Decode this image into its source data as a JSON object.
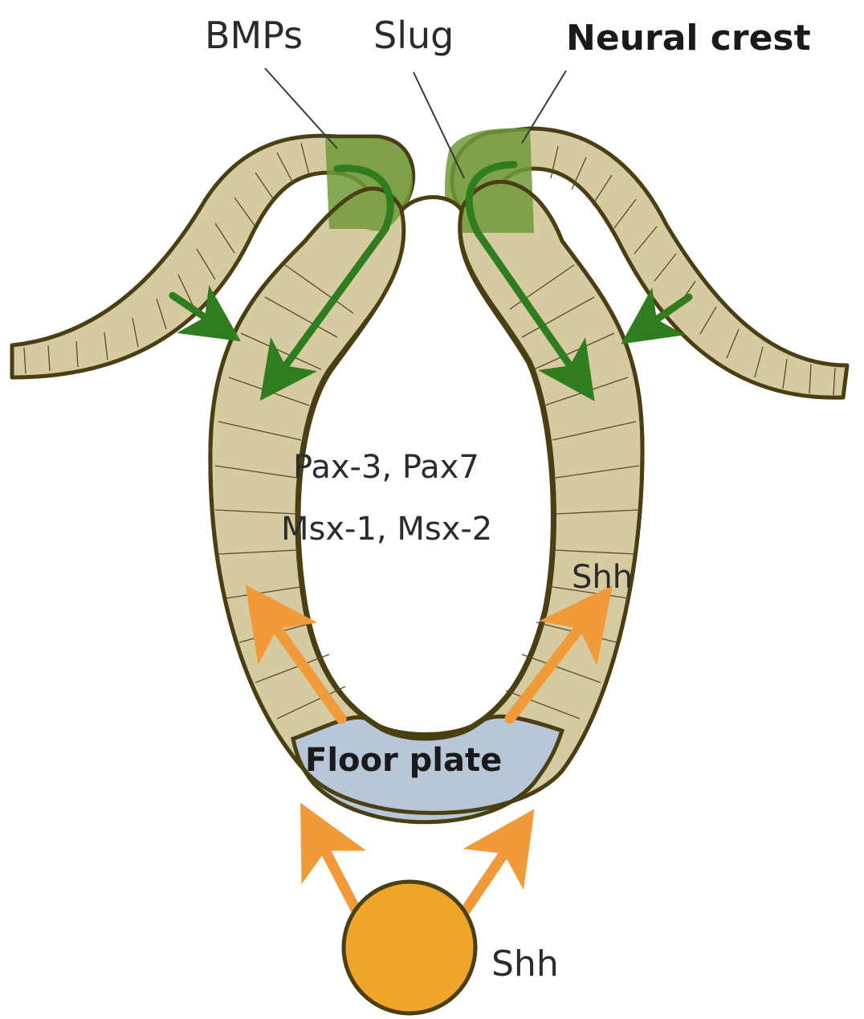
{
  "labels": {
    "bmps": "BMPs",
    "slug": "Slug",
    "neural_crest": "Neural crest",
    "pax_line1": "Pax-3, Pax7",
    "pax_line2": "Msx-1, Msx-2",
    "shh_inner": "Shh",
    "floor_plate": "Floor plate",
    "shh_notochord": "Shh"
  },
  "colors": {
    "tissue": "#d6caa0",
    "neural_crest": "#6f9a3a",
    "floor_plate": "#b7c6d9",
    "notochord": "#f0a428",
    "bmp_arrow": "#2f7d1f",
    "shh_arrow": "#f09a3a",
    "outline": "#4a3f12"
  }
}
